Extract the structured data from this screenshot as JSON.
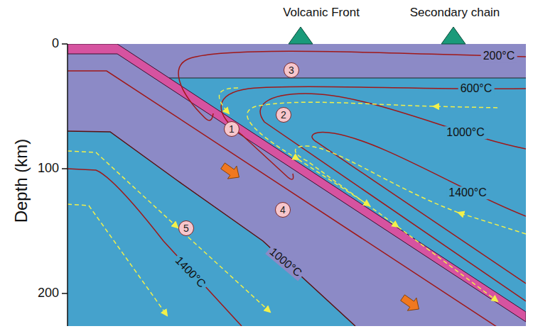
{
  "diagram": {
    "labels": [
      "Volcanic Front",
      "Secondary chain",
      "0",
      "100",
      "200",
      "Depth (km)",
      "200°C",
      "600°C",
      "1000°C",
      "1400°C",
      "1000°C",
      "1400°C",
      "1",
      "2",
      "3",
      "4",
      "5"
    ]
  }
}
